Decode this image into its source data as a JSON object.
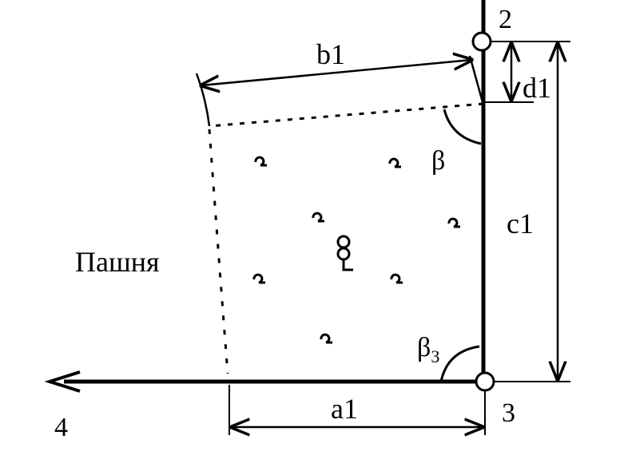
{
  "points": {
    "p2": "2",
    "p3": "3",
    "p4": "4"
  },
  "dimensions": {
    "b1": "b1",
    "d1": "d1",
    "c1": "c1",
    "a1": "a1"
  },
  "angles": {
    "beta": "β",
    "beta3_base": "β",
    "beta3_sub": "3"
  },
  "area_label": "Пашня",
  "colors": {
    "ink": "#000000",
    "background": "#ffffff"
  },
  "symbols": {
    "tree_marker": "deciduous-tree-symbol",
    "grove_marker": "tree-group-symbol"
  }
}
